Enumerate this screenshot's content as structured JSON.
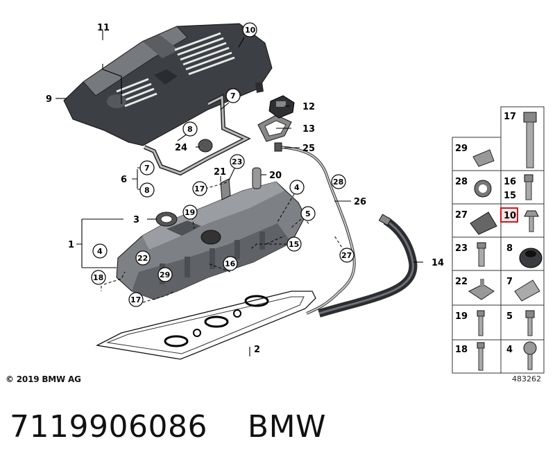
{
  "callouts": [
    {
      "id": "c11",
      "num": "11"
    },
    {
      "id": "c10",
      "num": "10"
    },
    {
      "id": "c9",
      "num": "9"
    },
    {
      "id": "c7",
      "num": "7"
    },
    {
      "id": "c12",
      "num": "12"
    },
    {
      "id": "c13",
      "num": "13"
    },
    {
      "id": "c8a",
      "num": "8"
    },
    {
      "id": "c24",
      "num": "24"
    },
    {
      "id": "c25",
      "num": "25"
    },
    {
      "id": "c7b",
      "num": "7"
    },
    {
      "id": "c6",
      "num": "6"
    },
    {
      "id": "c8b",
      "num": "8"
    },
    {
      "id": "c23",
      "num": "23"
    },
    {
      "id": "c21",
      "num": "21"
    },
    {
      "id": "c20",
      "num": "20"
    },
    {
      "id": "c28",
      "num": "28"
    },
    {
      "id": "c17a",
      "num": "17"
    },
    {
      "id": "c4a",
      "num": "4"
    },
    {
      "id": "c26",
      "num": "26"
    },
    {
      "id": "c3",
      "num": "3"
    },
    {
      "id": "c19",
      "num": "19"
    },
    {
      "id": "c5",
      "num": "5"
    },
    {
      "id": "c1",
      "num": "1"
    },
    {
      "id": "c4b",
      "num": "4"
    },
    {
      "id": "c15",
      "num": "15"
    },
    {
      "id": "c22",
      "num": "22"
    },
    {
      "id": "c16",
      "num": "16"
    },
    {
      "id": "c27",
      "num": "27"
    },
    {
      "id": "c14",
      "num": "14"
    },
    {
      "id": "c18",
      "num": "18"
    },
    {
      "id": "c29",
      "num": "29"
    },
    {
      "id": "c17b",
      "num": "17"
    },
    {
      "id": "c2",
      "num": "2"
    }
  ],
  "grid_cells": [
    {
      "id": "g29",
      "label": "29"
    },
    {
      "id": "g17",
      "label": "17"
    },
    {
      "id": "g28",
      "label": "28"
    },
    {
      "id": "g16",
      "label": "16"
    },
    {
      "id": "g15",
      "label": "15"
    },
    {
      "id": "g27",
      "label": "27"
    },
    {
      "id": "g10",
      "label": "10"
    },
    {
      "id": "g23",
      "label": "23"
    },
    {
      "id": "g8",
      "label": "8"
    },
    {
      "id": "g22",
      "label": "22"
    },
    {
      "id": "g7",
      "label": "7"
    },
    {
      "id": "g19",
      "label": "19"
    },
    {
      "id": "g5",
      "label": "5"
    },
    {
      "id": "g18",
      "label": "18"
    },
    {
      "id": "g4",
      "label": "4"
    }
  ],
  "copyright": "© 2019 BMW AG",
  "diagram_number": "483262",
  "caption": "7119906086    BMW",
  "colors": {
    "highlight": "#d0171b",
    "part_dark": "#3c3f43",
    "part_mid": "#76797d",
    "part_light": "#a7aaae"
  }
}
